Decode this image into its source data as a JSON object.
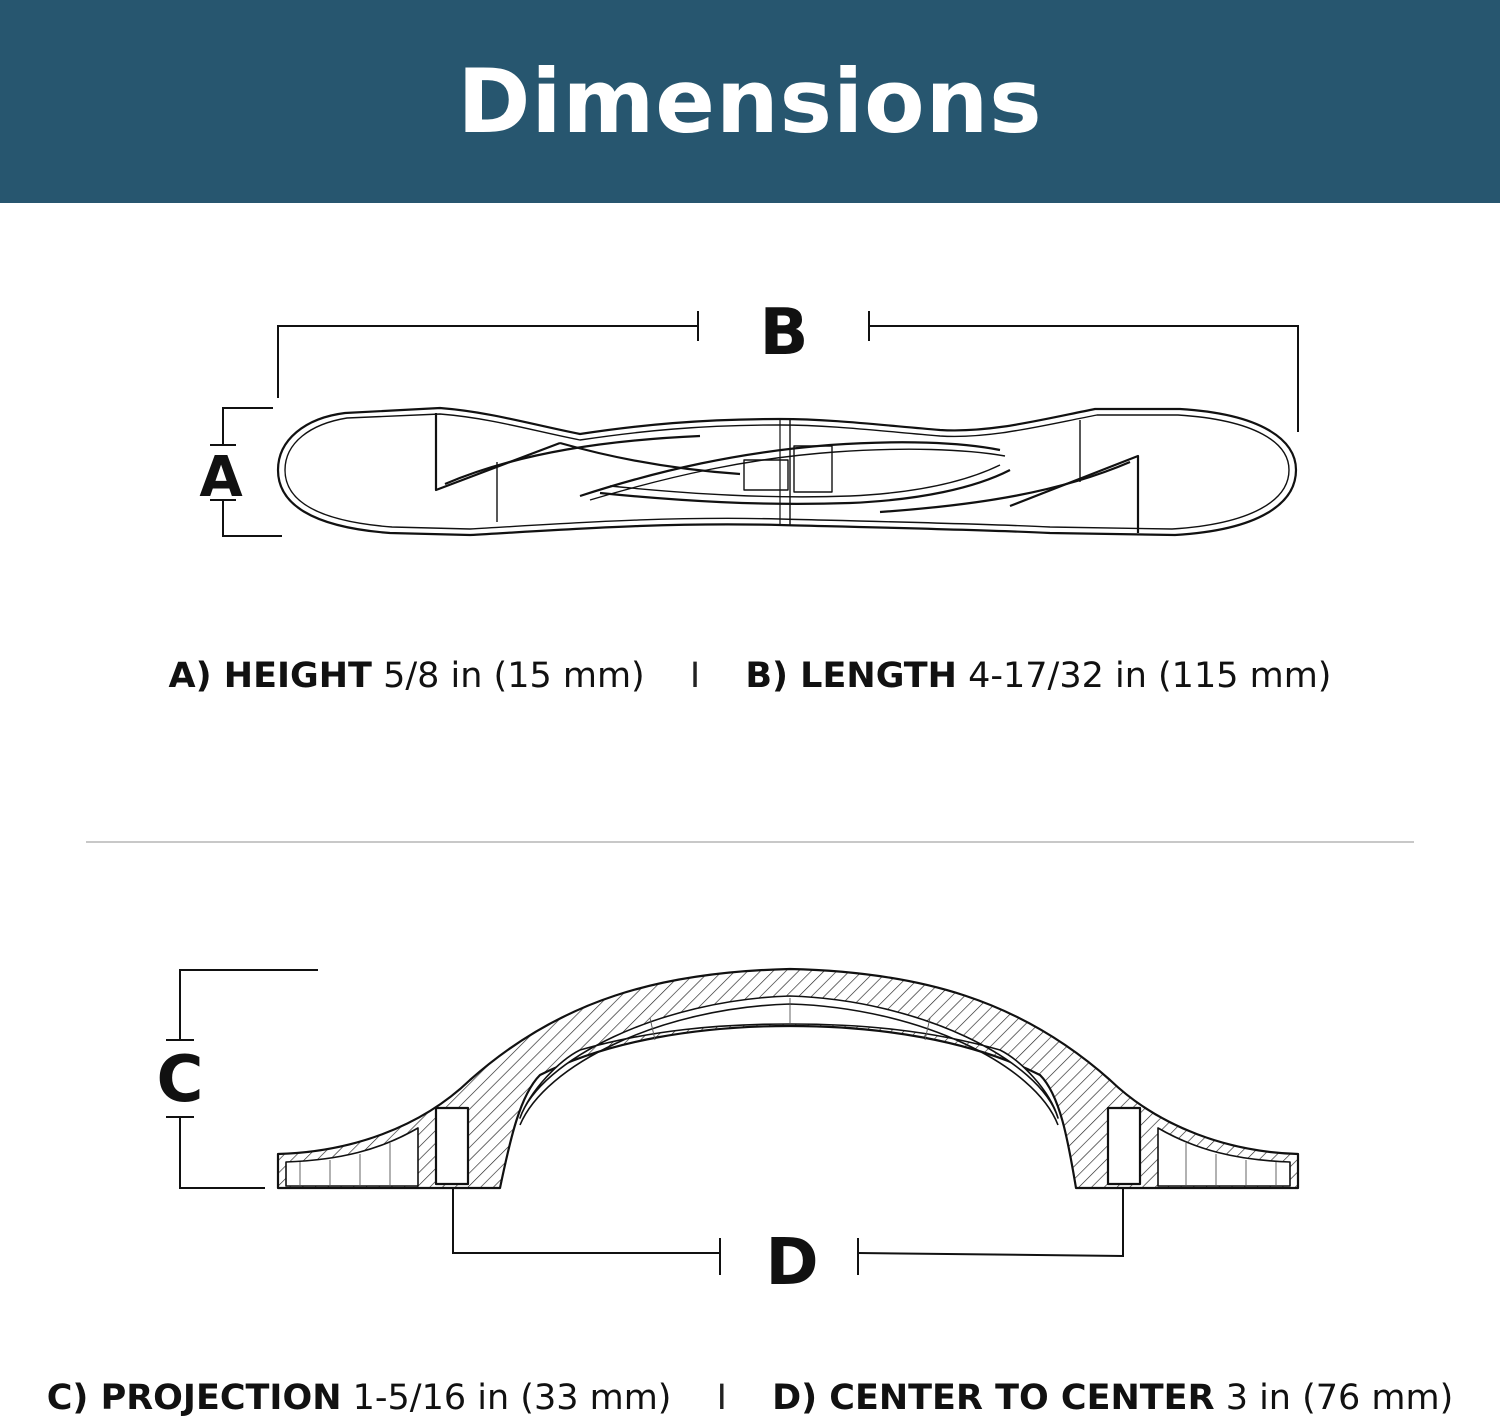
{
  "header": {
    "title": "Dimensions",
    "background_color": "#27566f",
    "text_color": "#ffffff"
  },
  "top_view": {
    "letter_a": "A",
    "letter_b": "B",
    "caption": {
      "a_label": "A) HEIGHT",
      "a_value": "5/8 in (15 mm)",
      "separator": "I",
      "b_label": "B) LENGTH",
      "b_value": "4-17/32 in (115 mm)"
    }
  },
  "side_view": {
    "letter_c": "C",
    "letter_d": "D",
    "caption": {
      "c_label": "C) PROJECTION",
      "c_value": "1-5/16 in (33 mm)",
      "separator": "I",
      "d_label": "D) CENTER TO CENTER",
      "d_value": "3 in (76 mm)"
    }
  }
}
